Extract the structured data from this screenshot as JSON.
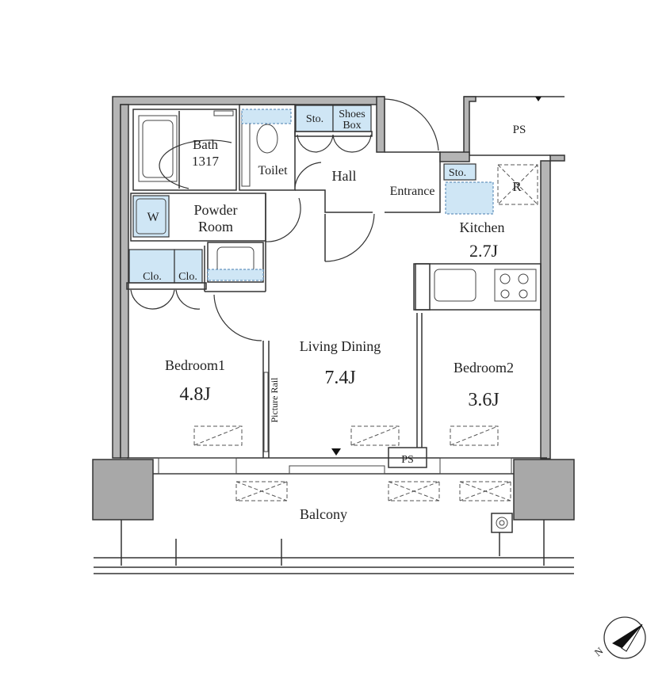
{
  "rooms": {
    "bath": "Bath",
    "bath_size": "1317",
    "toilet": "Toilet",
    "sto1": "Sto.",
    "shoes_line1": "Shoes",
    "shoes_line2": "Box",
    "hall": "Hall",
    "entrance": "Entrance",
    "sto2": "Sto.",
    "fridge": "R",
    "ps_top": "PS",
    "washer": "W",
    "powder_line1": "Powder",
    "powder_line2": "Room",
    "kitchen": "Kitchen",
    "kitchen_size": "2.7J",
    "clo1": "Clo.",
    "clo2": "Clo.",
    "living": "Living Dining",
    "living_size": "7.4J",
    "bedroom1": "Bedroom1",
    "bedroom1_size": "4.8J",
    "bedroom2": "Bedroom2",
    "bedroom2_size": "3.6J",
    "picture_rail": "Picture Rail",
    "ps_bottom": "PS",
    "balcony": "Balcony"
  },
  "compass": {
    "north_label": "N"
  },
  "colors": {
    "wall": "#b5b5b5",
    "storage": "#cfe6f5",
    "line": "#333333"
  }
}
